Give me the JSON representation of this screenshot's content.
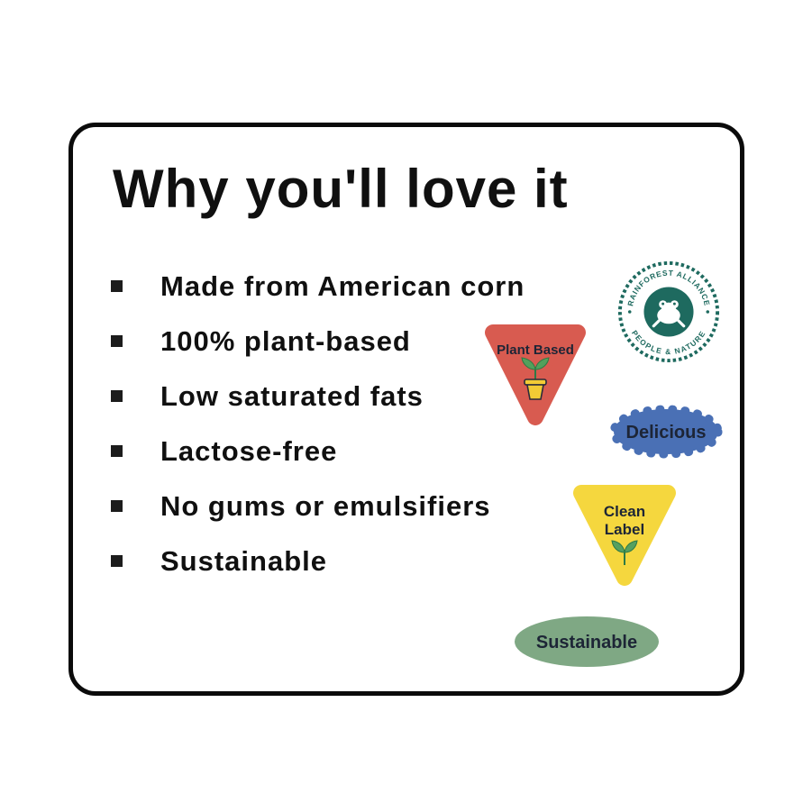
{
  "card": {
    "title": "Why you'll love it",
    "bullets": [
      "Made from American corn",
      "100% plant-based",
      "Low saturated fats",
      "Lactose-free",
      "No gums or emulsifiers",
      "Sustainable"
    ]
  },
  "badges": {
    "seal": {
      "top_text": "RAINFOREST ALLIANCE",
      "bottom_text": "PEOPLE & NATURE",
      "color": "#1e6a5f"
    },
    "plant_based": {
      "label": "Plant Based",
      "color": "#d85b50",
      "pot_color": "#f3cb35",
      "leaf_color": "#53a05c"
    },
    "delicious": {
      "label": "Delicious",
      "color": "#4a70b5"
    },
    "clean_label": {
      "line1": "Clean",
      "line2": "Label",
      "color": "#f5d73e",
      "leaf_color": "#56a060"
    },
    "sustainable": {
      "label": "Sustainable",
      "color": "#7fa884"
    }
  },
  "palette": {
    "card_border": "#0b0b0b",
    "text": "#101010",
    "badge_text": "#1d2536"
  }
}
